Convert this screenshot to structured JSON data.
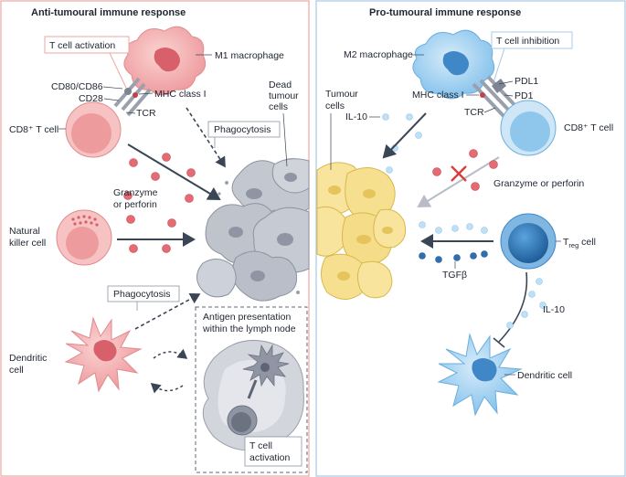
{
  "left_panel": {
    "title": "Anti-tumoural immune response",
    "labels": {
      "t_cell_activation": "T cell activation",
      "m1_macrophage": "M1 macrophage",
      "cd80_cd86": "CD80/CD86",
      "cd28": "CD28",
      "mhc_class_i": "MHC class I",
      "tcr": "TCR",
      "cd8_t_cell": "CD8⁺ T cell",
      "dead_tumour_cells": [
        "Dead",
        "tumour",
        "cells"
      ],
      "phagocytosis_top": "Phagocytosis",
      "granzyme": [
        "Granzyme",
        "or perforin"
      ],
      "natural_killer_cell": [
        "Natural",
        "killer cell"
      ],
      "phagocytosis_bottom": "Phagocytosis",
      "dendritic_cell": [
        "Dendritic",
        "cell"
      ],
      "antigen_presentation": [
        "Antigen presentation",
        "within the lymph node"
      ],
      "t_cell_activation_lymph": [
        "T cell",
        "activation"
      ]
    }
  },
  "right_panel": {
    "title": "Pro-tumoural immune response",
    "labels": {
      "t_cell_inhibition": "T cell inhibition",
      "m2_macrophage": "M2 macrophage",
      "pdl1": "PDL1",
      "pd1": "PD1",
      "mhc_class_i": "MHC class I",
      "tcr": "TCR",
      "tumour_cells": [
        "Tumour",
        "cells"
      ],
      "il10_top": "IL-10",
      "cd8_t_cell": "CD8⁺ T cell",
      "granzyme_or_perforin": "Granzyme or perforin",
      "treg_main": "T",
      "treg_sub": "reg",
      "treg_tail": " cell",
      "tgfb": "TGFβ",
      "il10_bottom": "IL-10",
      "dendritic_cell": "Dendritic cell"
    }
  },
  "colors": {
    "left_border": "#e8a8a4",
    "right_border": "#a8c8e4",
    "pink_cell": "#f3a7a9",
    "blue_cell": "#8fc6ec",
    "tumour_yellow": "#f8e49c",
    "dead_grey": "#c2c6cf",
    "arrow": "#3a4556",
    "inhibit_cross": "#d7403a"
  }
}
